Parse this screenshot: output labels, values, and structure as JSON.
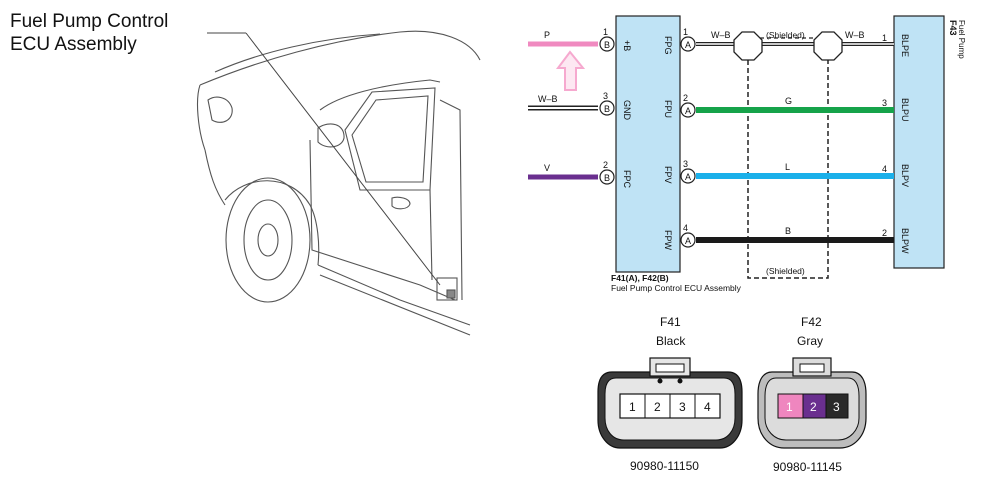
{
  "callout": {
    "line1": "Fuel Pump Control",
    "line2": "ECU Assembly"
  },
  "ecu": {
    "label_line1": "F41(A), F42(B)",
    "label_line2": "Fuel Pump Control ECU Assembly",
    "fill_color": "#bfe3f5",
    "left_pins": [
      {
        "num": "1",
        "conn": "B",
        "name": "+B",
        "wire": "P",
        "color": "#f08ac0"
      },
      {
        "num": "3",
        "conn": "B",
        "name": "GND",
        "wire": "W–B",
        "color": "#222222"
      },
      {
        "num": "2",
        "conn": "B",
        "name": "FPC",
        "wire": "V",
        "color": "#6a2f8f"
      }
    ],
    "right_pins": [
      {
        "num": "1",
        "conn": "A",
        "name": "FPG"
      },
      {
        "num": "2",
        "conn": "A",
        "name": "FPU"
      },
      {
        "num": "3",
        "conn": "A",
        "name": "FPV"
      },
      {
        "num": "4",
        "conn": "A",
        "name": "FPW"
      }
    ]
  },
  "pump": {
    "id": "F43",
    "name": "Fuel Pump",
    "pins": [
      {
        "num": "1",
        "name": "BLPE"
      },
      {
        "num": "3",
        "name": "BLPU"
      },
      {
        "num": "4",
        "name": "BLPV"
      },
      {
        "num": "2",
        "name": "BLPW"
      }
    ]
  },
  "wires": [
    {
      "label": "W–B",
      "color": "#222222"
    },
    {
      "label": "G",
      "color": "#16a34a"
    },
    {
      "label": "L",
      "color": "#1ab0ea"
    },
    {
      "label": "B",
      "color": "#1a1a1a"
    }
  ],
  "wire_fpg_right_label": "W–B",
  "shield_top_label": "(Shielded)",
  "shield_bottom_label": "(Shielded)",
  "arrow_color": "#f6a9cf",
  "connectors": [
    {
      "id": "F41",
      "color_name": "Black",
      "part": "90980-11150",
      "pins": [
        "1",
        "2",
        "3",
        "4"
      ]
    },
    {
      "id": "F42",
      "color_name": "Gray",
      "part": "90980-11145",
      "pins": [
        "1",
        "2",
        "3"
      ],
      "pin_colors": [
        "#ef86bf",
        "#6a2f8f",
        "#2a2a2a"
      ]
    }
  ]
}
